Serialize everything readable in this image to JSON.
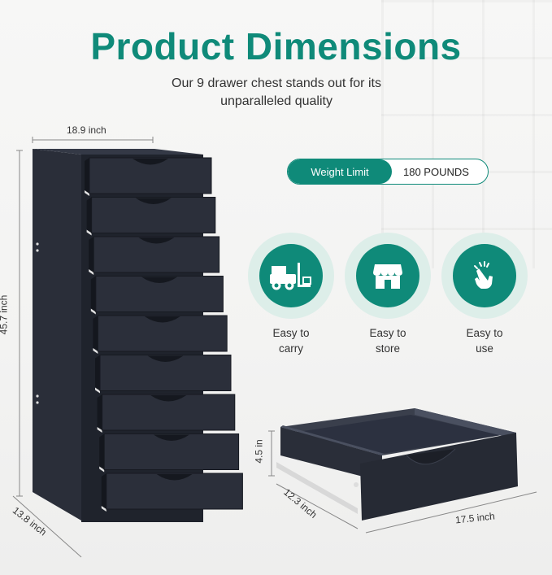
{
  "header": {
    "title": "Product Dimensions",
    "subtitle_line1": "Our 9 drawer chest stands out for its",
    "subtitle_line2": "unparalleled quality"
  },
  "dimensions": {
    "width": "18.9 inch",
    "height": "45.7 inch",
    "depth": "13.8 inch",
    "drawer_height": "4.5 in",
    "drawer_depth": "12.3 inch",
    "drawer_width": "17.5 inch"
  },
  "weight_limit": {
    "label": "Weight Limit",
    "value": "180 POUNDS"
  },
  "features": [
    {
      "line1": "Easy to",
      "line2": "carry",
      "icon": "forklift-icon"
    },
    {
      "line1": "Easy to",
      "line2": "store",
      "icon": "store-icon"
    },
    {
      "line1": "Easy to",
      "line2": "use",
      "icon": "hand-tap-icon"
    }
  ],
  "product": {
    "drawer_count": 9,
    "color": "#2b2f3a",
    "accent_color": "#0f8a79"
  }
}
